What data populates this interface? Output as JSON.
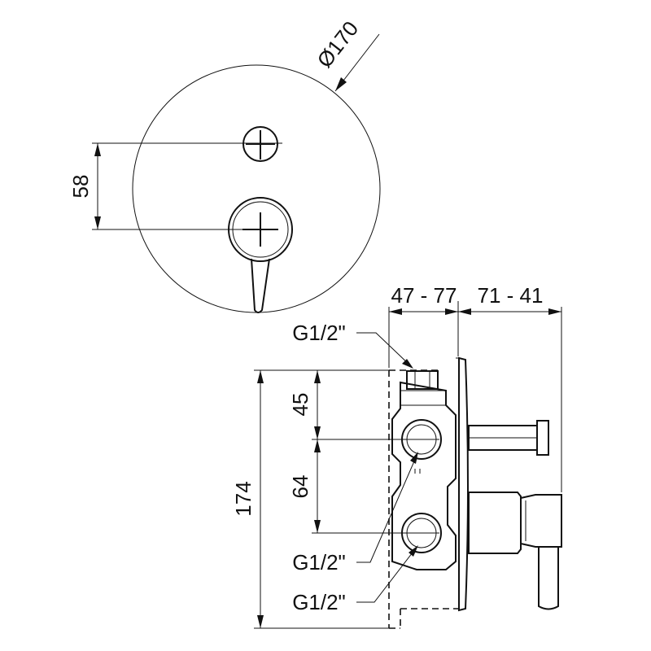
{
  "front_view": {
    "diameter_label": "Ø170",
    "spacing_label": "58"
  },
  "side_view": {
    "depth_left_label": "47 - 77",
    "depth_right_label": "71 - 41",
    "height_total_label": "174",
    "height_top_label": "45",
    "height_mid_label": "64",
    "connection_top_label": "G1/2\"",
    "connection_mid_label": "G1/2\"",
    "connection_bottom_label": "G1/2\""
  }
}
